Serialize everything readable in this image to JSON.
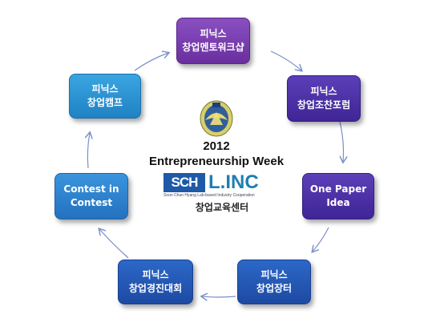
{
  "nodes": {
    "top": {
      "line1": "피닉스",
      "line2": "창업멘토워크샵"
    },
    "top_right": {
      "line1": "피닉스",
      "line2": "창업조찬포럼"
    },
    "right": {
      "line1": "One Paper",
      "line2": "Idea"
    },
    "bottom_right": {
      "line1": "피닉스",
      "line2": "창업장터"
    },
    "bottom_left": {
      "line1": "피닉스",
      "line2": "창업경진대회"
    },
    "left": {
      "line1": "Contest in",
      "line2": "Contest"
    },
    "top_left": {
      "line1": "피닉스",
      "line2": "창업캠프"
    }
  },
  "center": {
    "year": "2012",
    "title": "Entrepreneurship Week",
    "logo_sch": "SCH",
    "logo_linc": "L.INC",
    "logo_tagline": "Soon Chun Hyang Lab-based Industry Cooperation",
    "label": "창업교육센터"
  },
  "colors": {
    "arrow": "#7a8fc8"
  }
}
